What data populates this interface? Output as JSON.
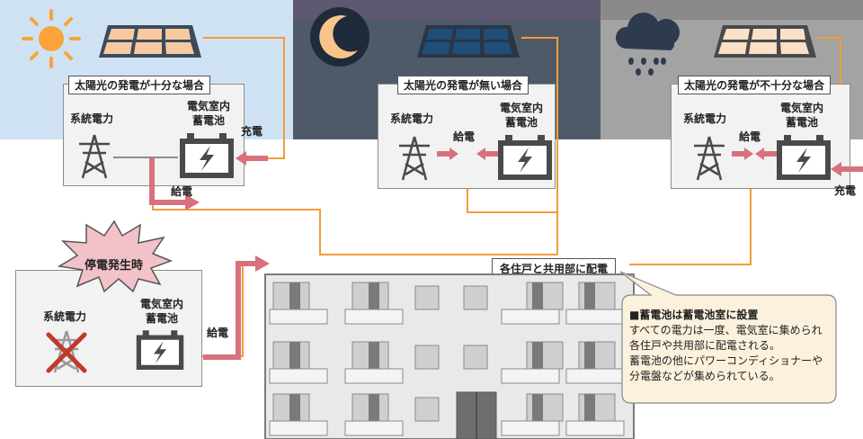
{
  "scenarios": [
    {
      "title": "太陽光の発電が十分な場合",
      "grid_label": "系統電力",
      "battery_label": "電気室内\n蓄電池",
      "charge_label": "充電",
      "supply_label": "給電"
    },
    {
      "title": "太陽光の発電が無い場合",
      "grid_label": "系統電力",
      "battery_label": "電気室内\n蓄電池",
      "supply_label": "給電"
    },
    {
      "title": "太陽光の発電が不十分な場合",
      "grid_label": "系統電力",
      "battery_label": "電気室内\n蓄電池",
      "supply_label": "給電",
      "charge_label": "充電"
    }
  ],
  "outage": {
    "title": "停電発生時",
    "grid_label": "系統電力",
    "battery_label": "電気室内\n蓄電池",
    "supply_label": "給電"
  },
  "distribution_label": "各住戸と共用部に配電",
  "callout": {
    "heading": "■蓄電池は蓄電池室に設置",
    "lines": [
      "すべての電力は一度、電気室に集められ",
      "各住戸や共用部に配電される。",
      "蓄電池の他にパワーコンディショナーや",
      "分電盤などが集められている。"
    ]
  },
  "colors": {
    "sky_day": "#cfe2f3",
    "sky_night": "#4a5463",
    "sky_rain": "#a3a3a3",
    "wire": "#f39c3a",
    "arrow": "#d9707d",
    "battery": "#4a4a4a"
  },
  "icons": [
    "sun-icon",
    "moon-icon",
    "rain-cloud-icon",
    "solar-panel-icon",
    "power-tower-icon",
    "battery-icon",
    "outage-burst-icon",
    "apartment-building-icon"
  ]
}
